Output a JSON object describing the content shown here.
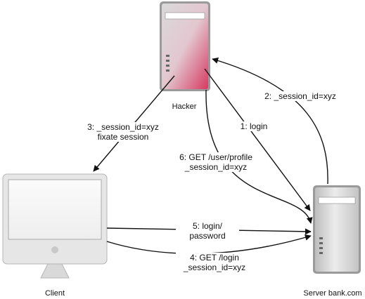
{
  "nodes": {
    "hacker": {
      "label": "Hacker",
      "icon": "tower-server-icon"
    },
    "client": {
      "label": "Client",
      "icon": "desktop-computer-icon"
    },
    "server": {
      "label": "Server bank.com",
      "icon": "tower-server-icon"
    }
  },
  "edges": [
    {
      "id": "step1",
      "from": "hacker",
      "to": "server",
      "lines": [
        "1: login"
      ]
    },
    {
      "id": "step2",
      "from": "server",
      "to": "hacker",
      "lines": [
        "2: _session_id=xyz"
      ]
    },
    {
      "id": "step3",
      "from": "hacker",
      "to": "client",
      "lines": [
        "3: _session_id=xyz",
        "fixate session"
      ]
    },
    {
      "id": "step4",
      "from": "client",
      "to": "server",
      "lines": [
        "4: GET /login",
        "_session_id=xyz"
      ]
    },
    {
      "id": "step5",
      "from": "client",
      "to": "server",
      "lines": [
        "5: login/",
        "password"
      ]
    },
    {
      "id": "step6",
      "from": "hacker",
      "to": "server",
      "lines": [
        "6: GET /user/profile",
        "_session_id=xyz"
      ]
    }
  ],
  "colors": {
    "arrow": "#111111",
    "tower_body": "#d6d6d6",
    "tower_accent": "#d63a62",
    "monitor_bezel": "#e6e6e6"
  }
}
